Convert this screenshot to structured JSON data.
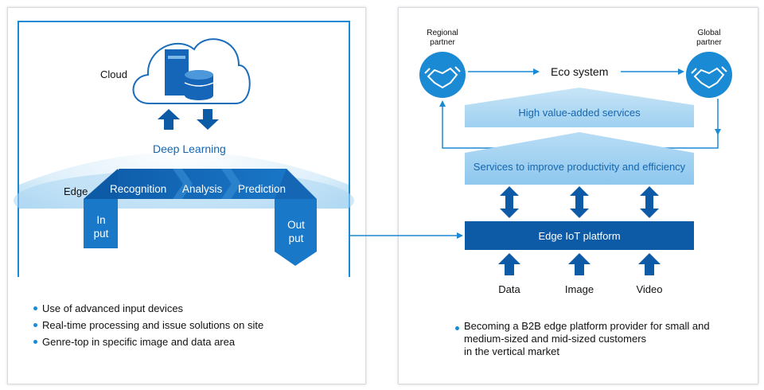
{
  "left": {
    "cloud_label": "Cloud",
    "deep_learning_label": "Deep Learning",
    "edge_label": "Edge",
    "steps": [
      "Recognition",
      "Analysis",
      "Prediction"
    ],
    "input_label": [
      "In",
      "put"
    ],
    "output_label": [
      "Out",
      "put"
    ],
    "bullets": [
      "Use of advanced input devices",
      "Real-time processing and issue solutions on site",
      "Genre-top in specific image and data area"
    ]
  },
  "right": {
    "regional_partner": [
      "Regional",
      "partner"
    ],
    "global_partner": [
      "Global",
      "partner"
    ],
    "eco_system_label": "Eco system",
    "high_value_label": "High value-added services",
    "productivity_label": "Services to improve productivity and efficiency",
    "platform_label": "Edge IoT platform",
    "inputs": [
      "Data",
      "Image",
      "Video"
    ],
    "bullet": [
      "Becoming a B2B edge platform provider for small and",
      "medium-sized and mid-sized customers",
      "in the vertical market"
    ]
  },
  "colors": {
    "accent": "#1a8ad4",
    "dark_blue": "#0d5aa7",
    "light_blue": "#9fd0f0",
    "text_blue": "#1566b0"
  },
  "icons": [
    "cloud-server-icon",
    "handshake-icon"
  ]
}
